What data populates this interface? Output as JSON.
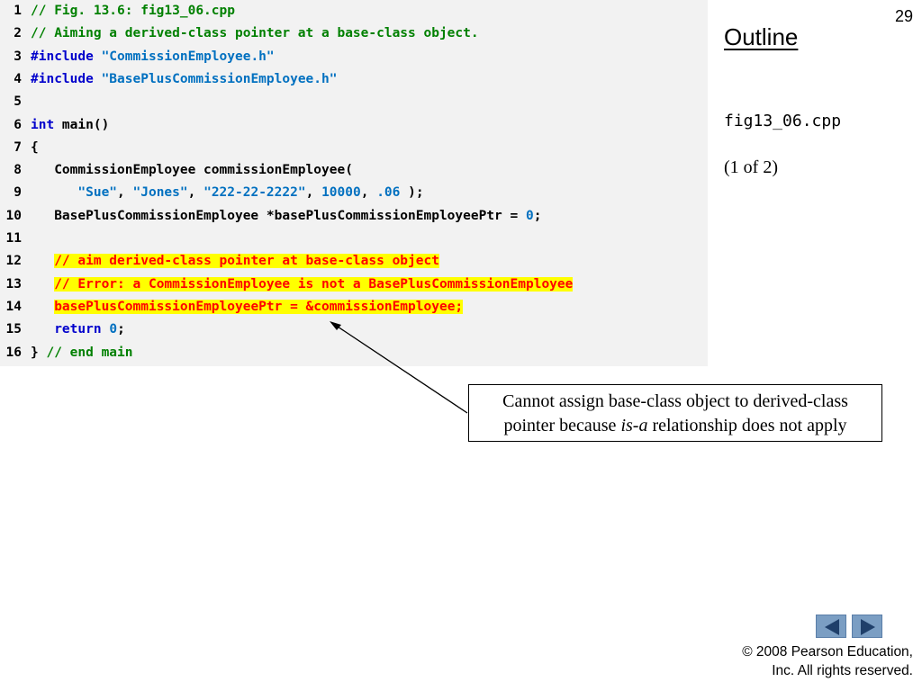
{
  "slide_number": "29",
  "outline_title": "Outline",
  "file_name": "fig13_06.cpp",
  "page_of": "(1 of 2)",
  "code_lines": [
    {
      "num": "1",
      "parts": [
        {
          "t": "// Fig. 13.6: fig13_06.cpp",
          "c": "cm"
        }
      ]
    },
    {
      "num": "2",
      "parts": [
        {
          "t": "// Aiming a derived-class pointer at a base-class object.",
          "c": "cm"
        }
      ]
    },
    {
      "num": "3",
      "parts": [
        {
          "t": "#include ",
          "c": "kw"
        },
        {
          "t": "\"CommissionEmployee.h\"",
          "c": "st"
        }
      ]
    },
    {
      "num": "4",
      "parts": [
        {
          "t": "#include ",
          "c": "kw"
        },
        {
          "t": "\"BasePlusCommissionEmployee.h\"",
          "c": "st"
        }
      ]
    },
    {
      "num": "5",
      "parts": []
    },
    {
      "num": "6",
      "parts": [
        {
          "t": "int",
          "c": "kw"
        },
        {
          "t": " main()",
          "c": "tx"
        }
      ]
    },
    {
      "num": "7",
      "parts": [
        {
          "t": "{",
          "c": "tx"
        }
      ]
    },
    {
      "num": "8",
      "parts": [
        {
          "t": "   CommissionEmployee commissionEmployee(",
          "c": "tx"
        }
      ]
    },
    {
      "num": "9",
      "parts": [
        {
          "t": "      ",
          "c": "tx"
        },
        {
          "t": "\"Sue\"",
          "c": "st"
        },
        {
          "t": ", ",
          "c": "tx"
        },
        {
          "t": "\"Jones\"",
          "c": "st"
        },
        {
          "t": ", ",
          "c": "tx"
        },
        {
          "t": "\"222-22-2222\"",
          "c": "st"
        },
        {
          "t": ", ",
          "c": "tx"
        },
        {
          "t": "10000",
          "c": "nm"
        },
        {
          "t": ", ",
          "c": "tx"
        },
        {
          "t": ".06",
          "c": "nm"
        },
        {
          "t": " );",
          "c": "tx"
        }
      ]
    },
    {
      "num": "10",
      "parts": [
        {
          "t": "   BasePlusCommissionEmployee *basePlusCommissionEmployeePtr = ",
          "c": "tx"
        },
        {
          "t": "0",
          "c": "nm"
        },
        {
          "t": ";",
          "c": "tx"
        }
      ]
    },
    {
      "num": "11",
      "parts": []
    },
    {
      "num": "12",
      "parts": [
        {
          "t": "   ",
          "c": "tx"
        },
        {
          "t": "// aim derived-class pointer at base-class object",
          "c": "hl"
        }
      ]
    },
    {
      "num": "13",
      "parts": [
        {
          "t": "   ",
          "c": "tx"
        },
        {
          "t": "// Error: a CommissionEmployee is not a BasePlusCommissionEmployee",
          "c": "hl"
        }
      ]
    },
    {
      "num": "14",
      "parts": [
        {
          "t": "   ",
          "c": "tx"
        },
        {
          "t": "basePlusCommissionEmployeePtr = &commissionEmployee;",
          "c": "hl"
        }
      ]
    },
    {
      "num": "15",
      "parts": [
        {
          "t": "   ",
          "c": "tx"
        },
        {
          "t": "return",
          "c": "kw"
        },
        {
          "t": " ",
          "c": "tx"
        },
        {
          "t": "0",
          "c": "nm"
        },
        {
          "t": ";",
          "c": "tx"
        }
      ]
    },
    {
      "num": "16",
      "parts": [
        {
          "t": "} ",
          "c": "tx"
        },
        {
          "t": "// end main",
          "c": "cm"
        }
      ]
    }
  ],
  "callout": {
    "line1": "Cannot assign base-class object to derived-class",
    "line2_before": "pointer because ",
    "line2_italic": "is-a",
    "line2_after": " relationship does not apply"
  },
  "nav": {
    "prev_icon": "left-arrow-icon",
    "next_icon": "right-arrow-icon"
  },
  "copyright": {
    "line1": "© 2008 Pearson Education,",
    "line2": "Inc.  All rights reserved."
  },
  "colors": {
    "comment": "#008000",
    "keyword": "#0000cc",
    "string": "#0070c0",
    "highlight_bg": "#ffff00",
    "highlight_fg": "#ff0000",
    "nav_button": "#7b9ec3"
  }
}
